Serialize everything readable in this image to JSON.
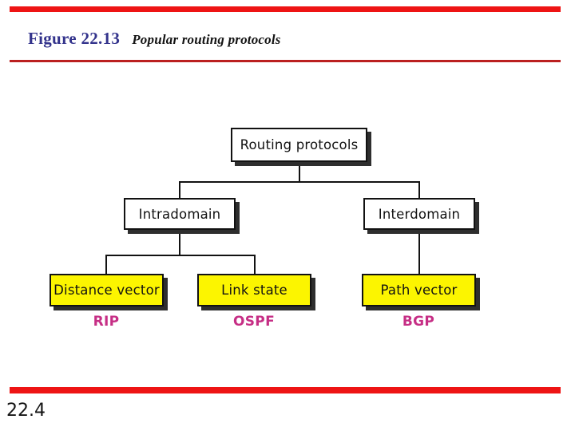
{
  "header": {
    "figure_label": "Figure 22.13",
    "figure_caption": "Popular routing protocols"
  },
  "diagram": {
    "root": {
      "label": "Routing protocols"
    },
    "branches": [
      {
        "label": "Intradomain",
        "children": [
          {
            "label": "Distance vector",
            "protocol": "RIP"
          },
          {
            "label": "Link state",
            "protocol": "OSPF"
          }
        ]
      },
      {
        "label": "Interdomain",
        "children": [
          {
            "label": "Path vector",
            "protocol": "BGP"
          }
        ]
      }
    ]
  },
  "footer": {
    "slide_number": "22.4"
  },
  "colors": {
    "accent_red": "#ee1414",
    "dark_red": "#bb2020",
    "title_blue": "#33338c",
    "caption_color": "#141414",
    "leaf_yellow": "#fcf500",
    "protocol_magenta": "#c62e85",
    "shadow_gray": "#2e2e2e"
  }
}
